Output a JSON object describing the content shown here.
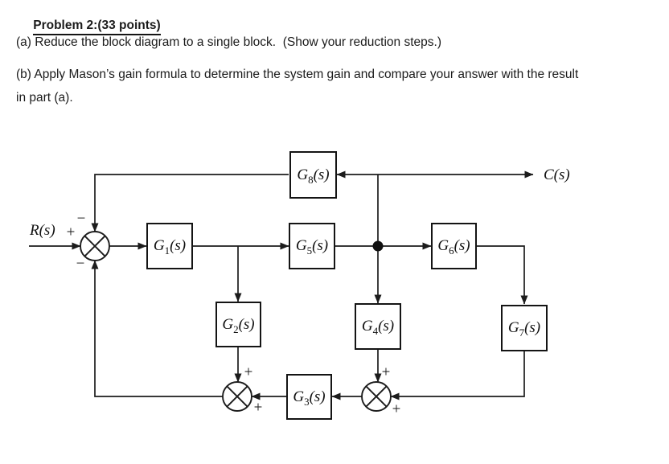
{
  "document": {
    "title": "Problem 2:(33 points)",
    "para_a": "(a) Reduce the block diagram to a single block.  (Show your reduction steps.)",
    "para_b_line1": "(b) Apply Mason’s gain formula to determine the system gain and compare your answer with the result",
    "para_b_line2": "in part (a)."
  },
  "diagram": {
    "input_label": "R(s)",
    "output_label": "C(s)",
    "blocks": {
      "g1": {
        "base": "G",
        "sub": "1",
        "rest": "(s)"
      },
      "g2": {
        "base": "G",
        "sub": "2",
        "rest": "(s)"
      },
      "g3": {
        "base": "G",
        "sub": "3",
        "rest": "(s)"
      },
      "g4": {
        "base": "G",
        "sub": "4",
        "rest": "(s)"
      },
      "g5": {
        "base": "G",
        "sub": "5",
        "rest": "(s)"
      },
      "g6": {
        "base": "G",
        "sub": "6",
        "rest": "(s)"
      },
      "g7": {
        "base": "G",
        "sub": "7",
        "rest": "(s)"
      },
      "g8": {
        "base": "G",
        "sub": "8",
        "rest": "(s)"
      }
    },
    "signs": {
      "sum_main": {
        "left": "+",
        "top": "−",
        "bottom": "−"
      },
      "sum_left": {
        "top": "+",
        "right": "+"
      },
      "sum_right": {
        "top": "+",
        "right": "+"
      }
    },
    "line_color": "#1c1c1c"
  }
}
